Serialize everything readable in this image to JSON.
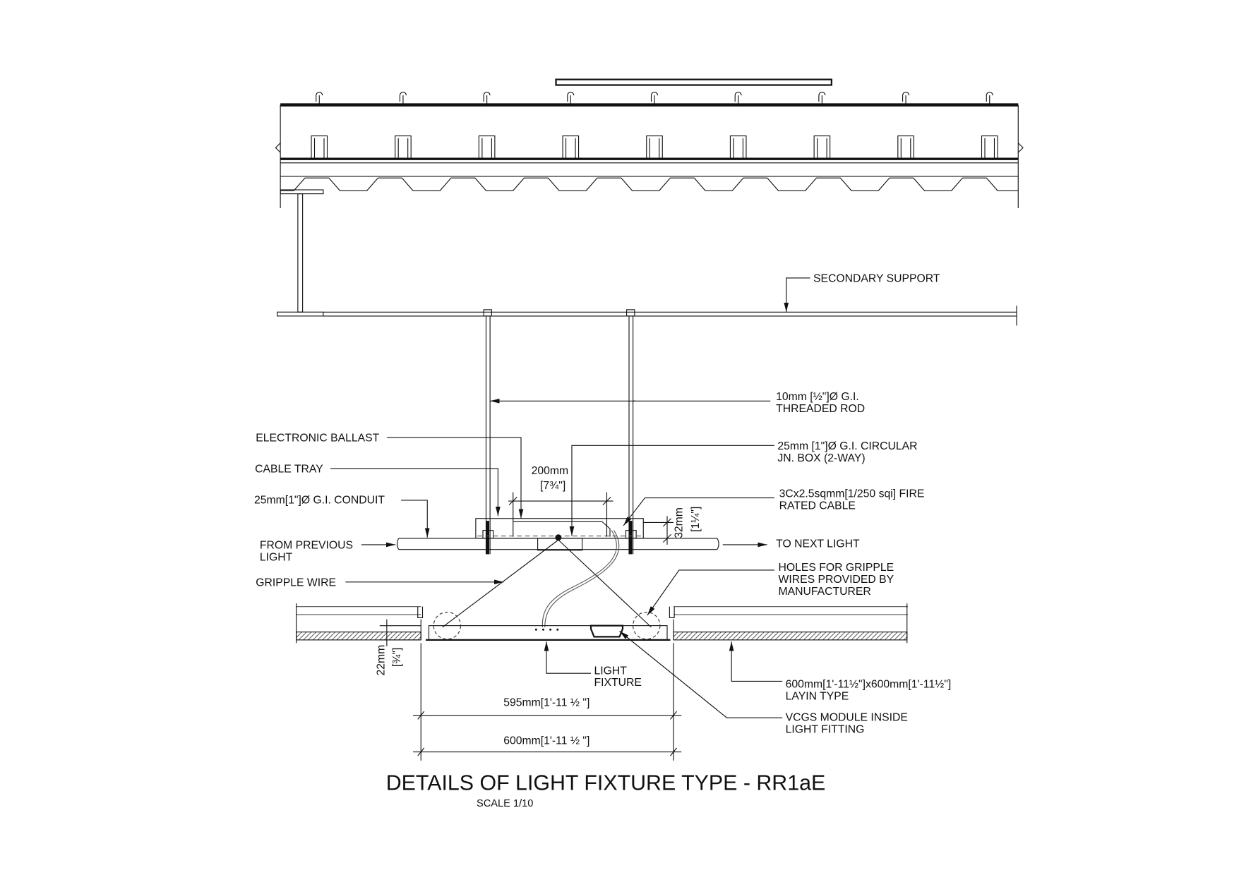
{
  "title": "DETAILS OF LIGHT FIXTURE TYPE - RR1aE",
  "scale": "SCALE 1/10",
  "labels": {
    "secondary_support": "SECONDARY SUPPORT",
    "threaded_rod_1": "10mm [½\"]Ø G.I.",
    "threaded_rod_2": "THREADED ROD",
    "electronic_ballast": "ELECTRONIC BALLAST",
    "jn_box_1": "25mm [1\"]Ø G.I. CIRCULAR",
    "jn_box_2": "JN. BOX (2-WAY)",
    "cable_tray": "CABLE TRAY",
    "dim_200_mm": "200mm",
    "dim_200_in": "[7¾\"]",
    "conduit": "25mm[1\"]Ø G.I. CONDUIT",
    "fire_cable_1": "3Cx2.5sqmm[1/250 sqi] FIRE",
    "fire_cable_2": "RATED CABLE",
    "dim_32_mm": "32mm",
    "dim_32_in": "[1¼\"]",
    "from_previous_1": "FROM PREVIOUS",
    "from_previous_2": "LIGHT",
    "to_next": "TO NEXT LIGHT",
    "gripple_wire": "GRIPPLE WIRE",
    "holes_1": "HOLES FOR GRIPPLE",
    "holes_2": "WIRES PROVIDED BY",
    "holes_3": "MANUFACTURER",
    "dim_22_mm": "22mm",
    "dim_22_in": "[¾\"]",
    "light_fixture_1": "LIGHT",
    "light_fixture_2": "FIXTURE",
    "layin_1": "600mm[1'-11½\"]x600mm[1'-11½\"]",
    "layin_2": "LAYIN TYPE",
    "dim_595": "595mm[1'-11 ½ \"]",
    "vcgs_1": "VCGS MODULE INSIDE",
    "vcgs_2": "LIGHT FITTING",
    "dim_600": "600mm[1'-11 ½ \"]"
  }
}
